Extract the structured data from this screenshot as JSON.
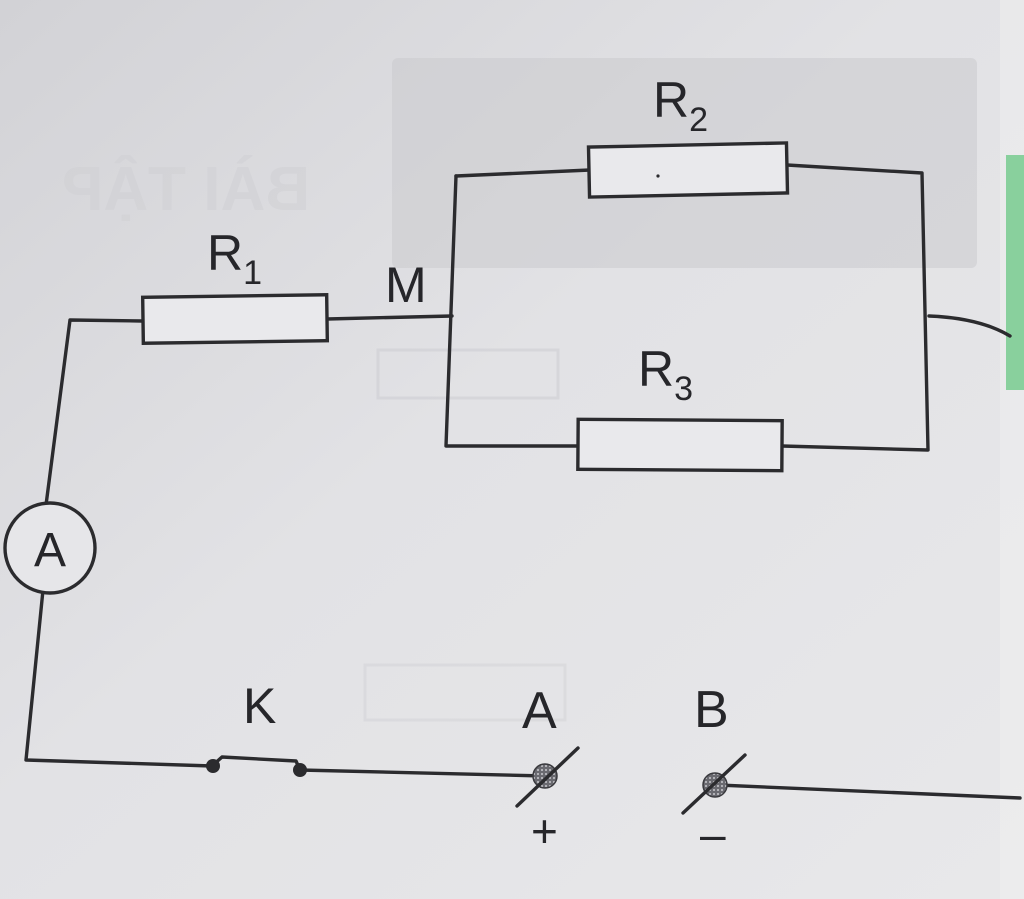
{
  "labels": {
    "r1_main": "R",
    "r1_sub": "1",
    "r2_main": "R",
    "r2_sub": "2",
    "r3_main": "R",
    "r3_sub": "3",
    "node_m": "M",
    "ammeter": "A",
    "switch": "K",
    "terminal_a": "A",
    "terminal_b": "B",
    "plus": "+",
    "minus": "–"
  },
  "background_text": {
    "heading": "BÀI TẬP"
  },
  "colors": {
    "paper": "#dcdcdf",
    "ink": "#2b2b2e",
    "ghost_panel": "#c9c9ce",
    "page_edge_green": "#22b04a"
  }
}
